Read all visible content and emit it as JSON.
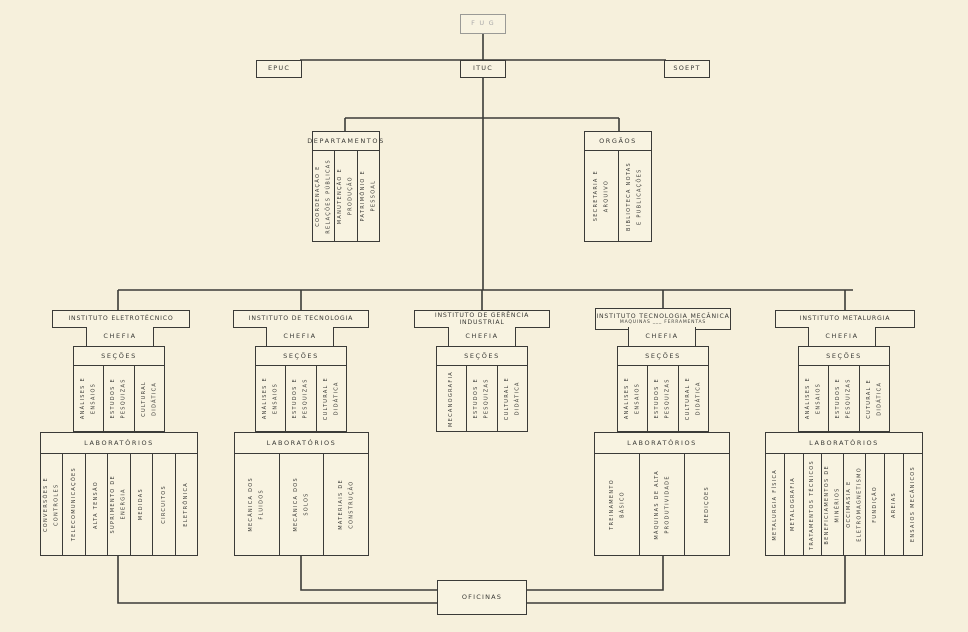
{
  "top": {
    "label": "F U G"
  },
  "level2": {
    "left": "EPUC",
    "center": "ITUC",
    "right": "SOEPT"
  },
  "departamentos": {
    "title": "DEPARTAMENTOS",
    "items": [
      "COORDENAÇÃO  E\nRELAÇÕES  PÚBLICAS",
      "MANUTENÇÃO  E\nPRODUÇÃO",
      "PATRIMÔNIO  E\nPESSOAL"
    ]
  },
  "orgaos": {
    "title": "ORGÃOS",
    "items": [
      "SECRETARIA  E\nARQUIVO",
      "BIBLIOTECA  NOTAS\nE  PUBLICAÇÕES"
    ]
  },
  "institutes": [
    {
      "title": "INSTITUTO   ELETROTÉCNICO",
      "subtitle": "",
      "chefia": "CHEFIA",
      "secoes_title": "SEÇÕES",
      "secoes": [
        "ANÁLISES  E\nENSAIOS",
        "ESTUDOS  E\nPESQUIZAS",
        "CULTURAL\nDIDÁTICA"
      ],
      "labs_title": "LABORATÓRIOS",
      "labs": [
        "CONVERSÕES  E\nCONTROLES",
        "TELECOMUNICAÇÕES",
        "ALTA  TENSÃO",
        "SUPRIMENTO  DE\nENERGIA",
        "MEDIDAS",
        "CIRCUITOS",
        "ELETRÔNICA"
      ]
    },
    {
      "title": "INSTITUTO  DE  TECNOLOGIA",
      "subtitle": "",
      "chefia": "CHEFIA",
      "secoes_title": "SEÇÕES",
      "secoes": [
        "ANÁLISES  E\nENSAIOS",
        "ESTUDOS  E\nPESQUIZAS",
        "CULTURAL  E\nDIDÁTICA"
      ],
      "labs_title": "LABORATÓRIOS",
      "labs": [
        "MECÂNICA  DOS\nFLUIDOS",
        "MECÂNICA  DOS\nSOLOS",
        "MATERIAIS  DE\nCONSTRUÇÃO"
      ]
    },
    {
      "title": "INSTITUTO DE GERÊNCIA INDUSTRIAL",
      "subtitle": "",
      "chefia": "CHEFIA",
      "secoes_title": "SEÇÕES",
      "secoes": [
        "MECANOGRAFIA",
        "ESTUDOS  E\nPESQUIZAS",
        "CULTURAL  E\nDIDÁTICA"
      ],
      "labs_title": "",
      "labs": []
    },
    {
      "title": "INSTITUTO TECNOLOGIA MECÂNICA",
      "subtitle": "MAQUINAS ___ FERRAMENTAS",
      "chefia": "CHEFIA",
      "secoes_title": "SEÇÕES",
      "secoes": [
        "ANÁLISES  E\nENSAIOS",
        "ESTUDOS  E\nPESQUIZAS",
        "CULTURAL  E\nDIDÁTICA"
      ],
      "labs_title": "LABORATÓRIOS",
      "labs": [
        "TREINAMENTO\nBÁSICO",
        "MÁQUINAS  DE  ALTA\nPRODUTIVIDADE",
        "MEDIÇÕES"
      ]
    },
    {
      "title": "INSTITUTO   METALURGIA",
      "subtitle": "",
      "chefia": "CHEFIA",
      "secoes_title": "SEÇÕES",
      "secoes": [
        "ANÁLISES  E\nENSAIOS",
        "ESTUDOS  E\nPESQUIZAS",
        "CUTURAL  E\nDIDÁTICA"
      ],
      "labs_title": "LABORATÓRIOS",
      "labs": [
        "METALURGIA  FÍSICA",
        "METALOGRAFIA",
        "TRATAMENTOS  TÉCNICOS",
        "BENEFICIAMENTOS  DE\nMINÉRIOS",
        "OCCIMASIA  E\nELETROMAGNETISMO",
        "FUNDIÇÃO",
        "AREIAS",
        "ENSAIOS  MECÂNICOS"
      ]
    }
  ],
  "oficinas": {
    "label": "OFICINAS"
  }
}
